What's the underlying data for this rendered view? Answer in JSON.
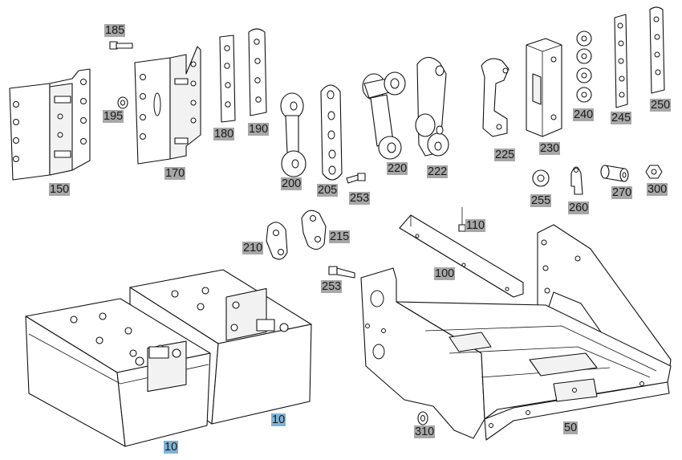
{
  "callouts": {
    "c150": "150",
    "c185": "185",
    "c195": "195",
    "c170": "170",
    "c180": "180",
    "c190": "190",
    "c200": "200",
    "c205": "205",
    "c253a": "253",
    "c220": "220",
    "c222": "222",
    "c225": "225",
    "c230": "230",
    "c240": "240",
    "c245": "245",
    "c250": "250",
    "c255": "255",
    "c260": "260",
    "c270": "270",
    "c300": "300",
    "c210": "210",
    "c215": "215",
    "c110": "110",
    "c100": "100",
    "c253b": "253",
    "c10a": "10",
    "c10b": "10",
    "c310": "310",
    "c50": "50"
  },
  "colors": {
    "label_bg": "#a7a7a7",
    "highlight_bg": "#7fb3d5",
    "line": "#111111"
  }
}
